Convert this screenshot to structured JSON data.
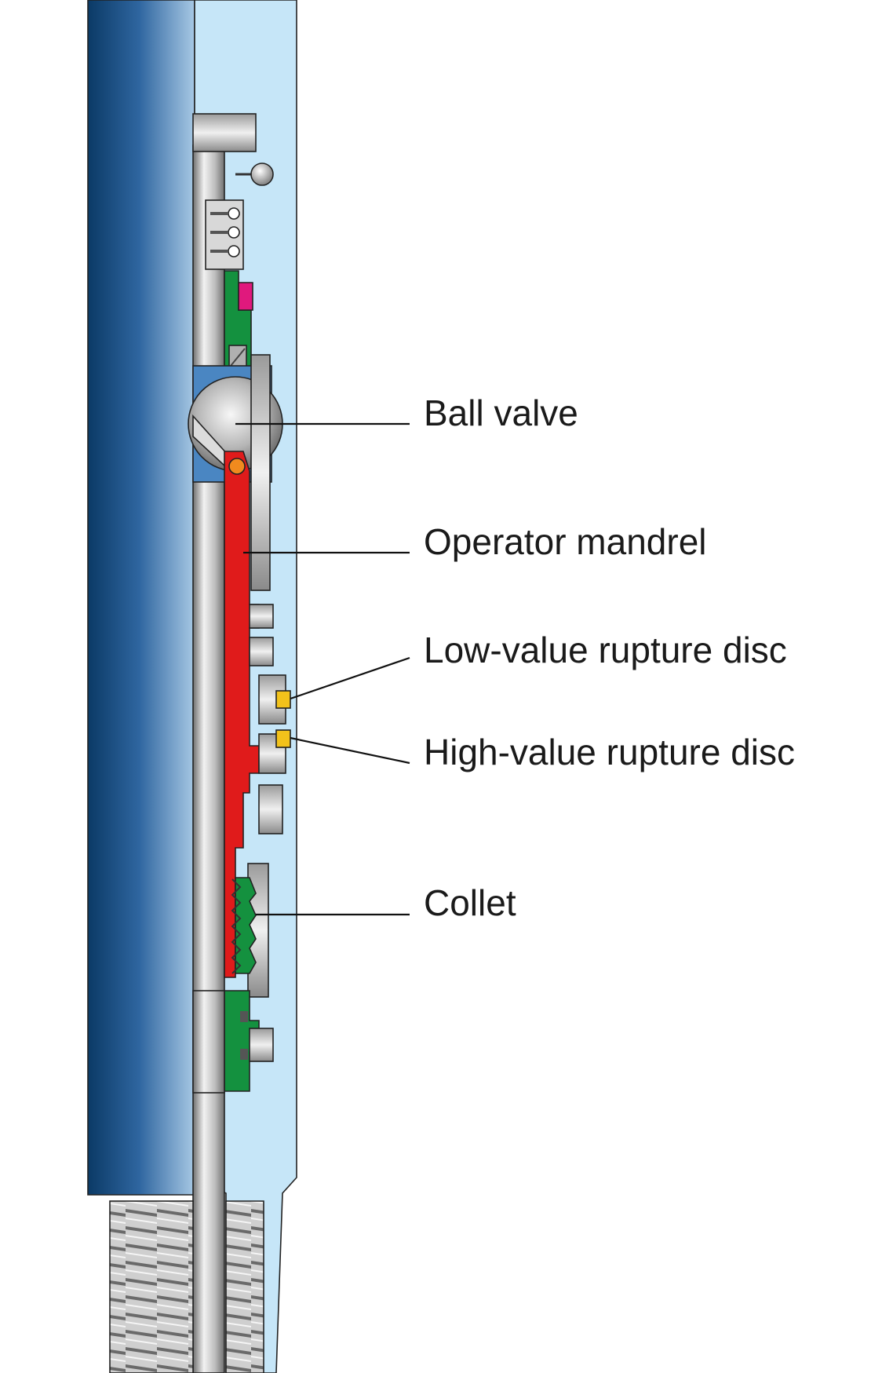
{
  "labels": {
    "ball_valve": "Ball valve",
    "operator_mandrel": "Operator mandrel",
    "low_value_disc": "Low-value rupture disc",
    "high_value_disc": "High-value rupture disc",
    "collet": "Collet"
  },
  "colors": {
    "outer_body_dark": "#0b3a66",
    "outer_body_light": "#b8d6ee",
    "bore_fluid": "#c6e6f8",
    "steel_light": "#e8e8e8",
    "steel_dark": "#7a7a7a",
    "operator_mandrel": "#e01b1b",
    "seal_green": "#14913f",
    "seal_magenta": "#e0197d",
    "ball_blue": "#4a86c2",
    "rupture_disc": "#f2c21b",
    "pin_orange": "#f08a1e"
  }
}
